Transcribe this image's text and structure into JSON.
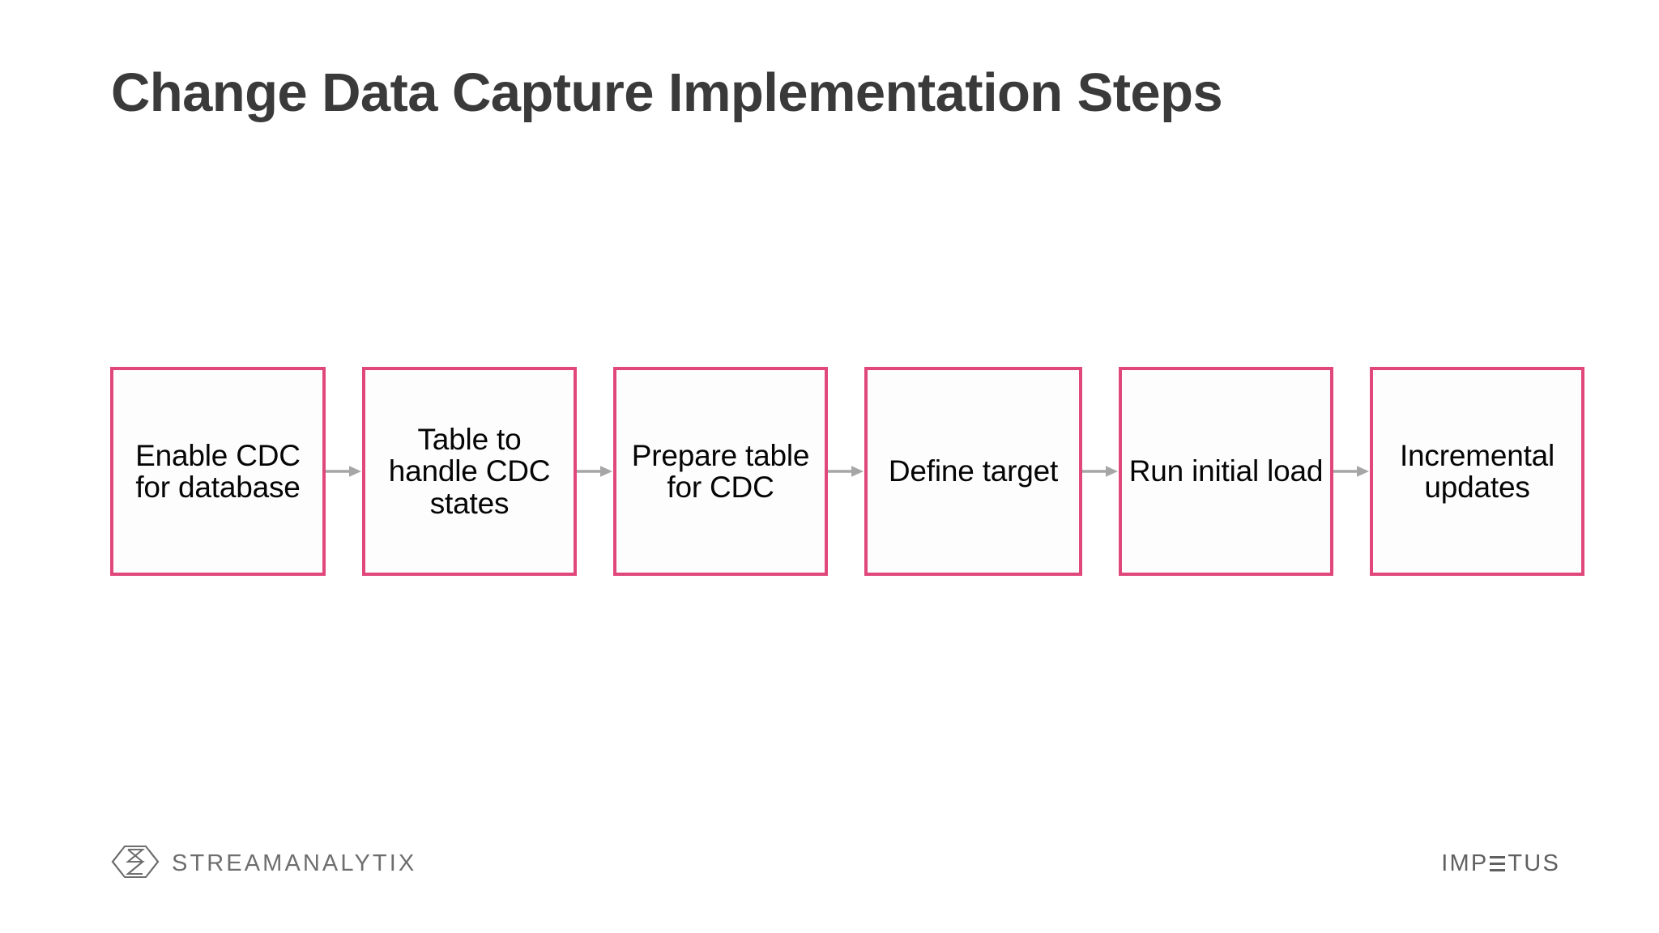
{
  "slide": {
    "title": "Change Data Capture Implementation Steps",
    "background_color": "#ffffff",
    "title_color": "#3a3a3a"
  },
  "diagram": {
    "type": "process-flow",
    "orientation": "horizontal",
    "box_border_color": "#e0487b",
    "box_fill_color": "#fdfdfd",
    "arrow_color": "#a6a6a6",
    "step_count": 6,
    "steps": [
      {
        "index": 1,
        "label": "Enable CDC for database"
      },
      {
        "index": 2,
        "label": "Table to handle CDC states"
      },
      {
        "index": 3,
        "label": "Prepare table for CDC"
      },
      {
        "index": 4,
        "label": "Define target"
      },
      {
        "index": 5,
        "label": "Run initial load"
      },
      {
        "index": 6,
        "label": "Incremental updates"
      }
    ],
    "connectors": [
      {
        "from": 1,
        "to": 2,
        "icon": "arrow-right-icon"
      },
      {
        "from": 2,
        "to": 3,
        "icon": "arrow-right-icon"
      },
      {
        "from": 3,
        "to": 4,
        "icon": "arrow-right-icon"
      },
      {
        "from": 4,
        "to": 5,
        "icon": "arrow-right-icon"
      },
      {
        "from": 5,
        "to": 6,
        "icon": "arrow-right-icon"
      }
    ]
  },
  "footer": {
    "left": {
      "logo_icon": "streamanalytix-hexagon-logo-icon",
      "wordmark": "STREAMANALYTIX",
      "color": "#6e6e6e"
    },
    "right": {
      "wordmark_before": "IMP",
      "wordmark_after": "TUS",
      "full_text": "IMPETUS",
      "color": "#606060"
    }
  }
}
